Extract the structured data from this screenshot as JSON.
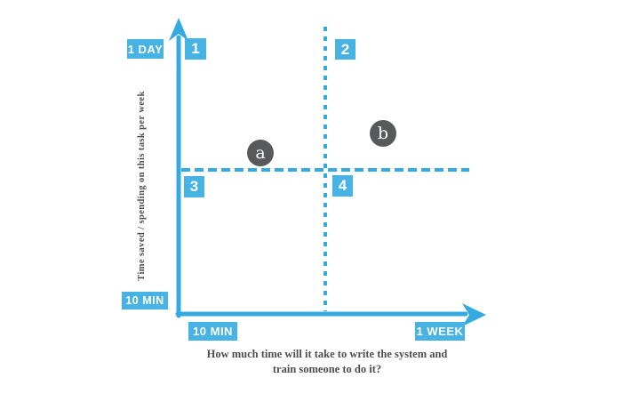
{
  "diagram": {
    "type": "quadrant-diagram",
    "caption": {
      "line1": "How much time will it take to write the system and",
      "line2": "train someone to do it?"
    },
    "y_axis": {
      "label": "Time saved / spending on this task per week",
      "max_tick": "1 DAY",
      "min_tick": "10 MIN"
    },
    "x_axis": {
      "min_tick": "10 MIN",
      "max_tick": "1 WEEK"
    },
    "quadrants": [
      {
        "number": "1",
        "position": "top-left"
      },
      {
        "number": "2",
        "position": "top-right"
      },
      {
        "number": "3",
        "position": "bottom-left"
      },
      {
        "number": "4",
        "position": "bottom-right"
      }
    ],
    "points": [
      {
        "label": "a",
        "quadrant": "1"
      },
      {
        "label": "b",
        "quadrant": "2"
      }
    ],
    "colors": {
      "blue_line": "#35AAE0",
      "blue_box": "#47B2E4",
      "dark_gray": "#58595B",
      "text_gray": "#4D4E50"
    }
  }
}
